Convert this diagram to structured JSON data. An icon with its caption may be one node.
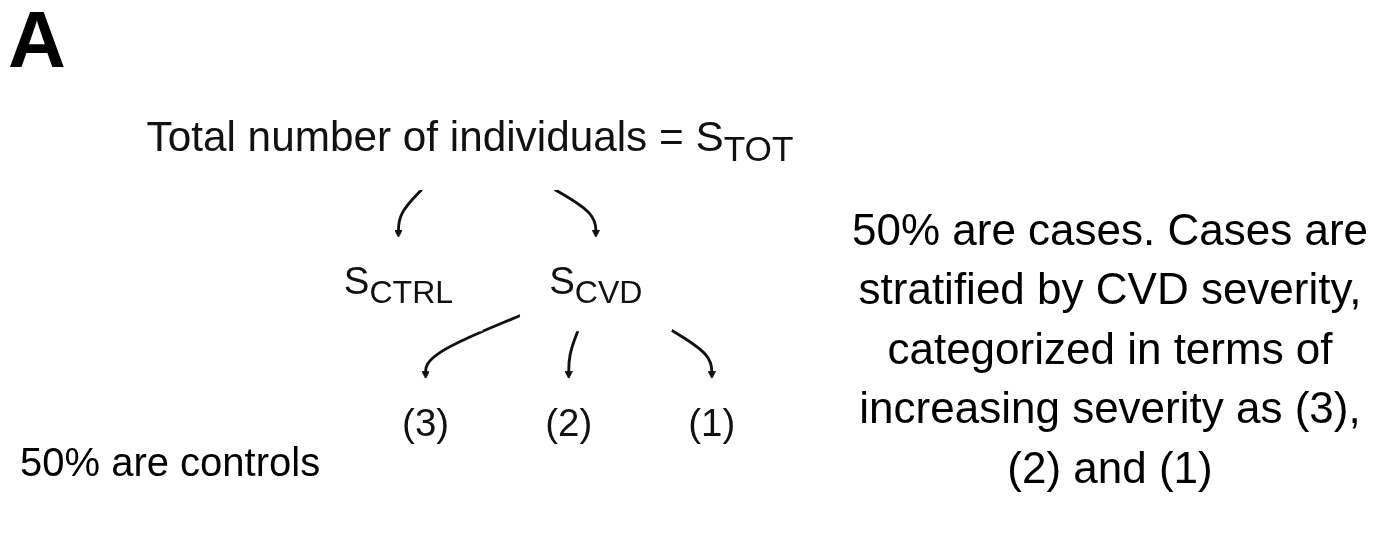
{
  "diagram": {
    "nodes": [
      {
        "text": [
          "Total number of individuals = S$_{TOT}$"
        ]
      },
      {
        "text": [
          "S$_{CTRL}$"
        ]
      },
      {
        "text": [
          "S$_{CVD}$"
        ]
      },
      {
        "text": [
          "(3)"
        ]
      },
      {
        "text": [
          "(2)"
        ]
      },
      {
        "text": [
          "(1)"
        ]
      }
    ],
    "edges": [
      {
        "from": 0,
        "to": 1,
        "arrow": "to"
      },
      {
        "from": 0,
        "to": 2,
        "arrow": "to"
      },
      {
        "from": 2,
        "to": 3,
        "arrow": "to"
      },
      {
        "from": 2,
        "to": 4,
        "arrow": "to"
      },
      {
        "from": 2,
        "to": 5,
        "arrow": "to"
      }
    ],
    "labels": [
      "A",
      "50% are controls",
      "50% are cases. Cases are stratified by CVD severity, categorized in terms of increasing severity as (3), (2) and (1)"
    ]
  }
}
